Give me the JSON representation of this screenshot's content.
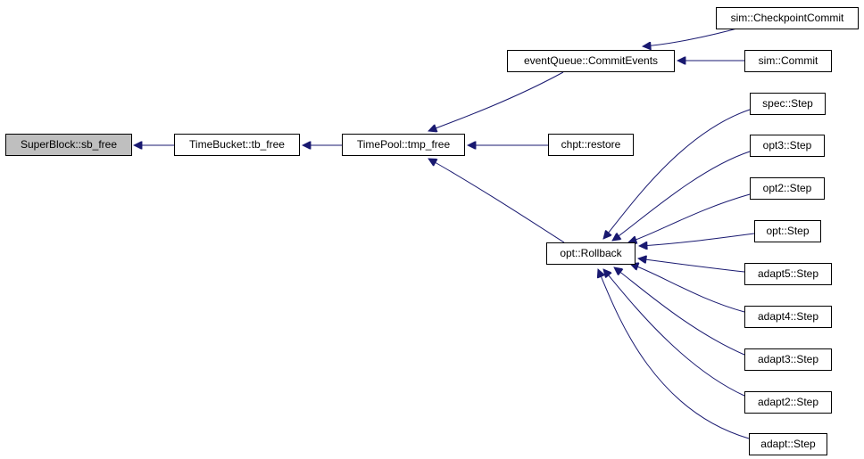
{
  "graph": {
    "edge_color": "#191970",
    "root_fill": "#bfbfbf",
    "nodes": [
      {
        "id": "sb_free",
        "label": "SuperBlock::sb_free",
        "root": true
      },
      {
        "id": "tb_free",
        "label": "TimeBucket::tb_free"
      },
      {
        "id": "tmp_free",
        "label": "TimePool::tmp_free"
      },
      {
        "id": "commit_events",
        "label": "eventQueue::CommitEvents"
      },
      {
        "id": "checkpoint_commit",
        "label": "sim::CheckpointCommit"
      },
      {
        "id": "sim_commit",
        "label": "sim::Commit"
      },
      {
        "id": "chpt_restore",
        "label": "chpt::restore"
      },
      {
        "id": "opt_rollback",
        "label": "opt::Rollback"
      },
      {
        "id": "spec_step",
        "label": "spec::Step"
      },
      {
        "id": "opt3_step",
        "label": "opt3::Step"
      },
      {
        "id": "opt2_step",
        "label": "opt2::Step"
      },
      {
        "id": "opt_step",
        "label": "opt::Step"
      },
      {
        "id": "adapt5_step",
        "label": "adapt5::Step"
      },
      {
        "id": "adapt4_step",
        "label": "adapt4::Step"
      },
      {
        "id": "adapt3_step",
        "label": "adapt3::Step"
      },
      {
        "id": "adapt2_step",
        "label": "adapt2::Step"
      },
      {
        "id": "adapt_step",
        "label": "adapt::Step"
      }
    ],
    "edges": [
      {
        "from": "tb_free",
        "to": "sb_free"
      },
      {
        "from": "tmp_free",
        "to": "tb_free"
      },
      {
        "from": "commit_events",
        "to": "tmp_free"
      },
      {
        "from": "chpt_restore",
        "to": "tmp_free"
      },
      {
        "from": "opt_rollback",
        "to": "tmp_free"
      },
      {
        "from": "checkpoint_commit",
        "to": "commit_events"
      },
      {
        "from": "sim_commit",
        "to": "commit_events"
      },
      {
        "from": "spec_step",
        "to": "opt_rollback"
      },
      {
        "from": "opt3_step",
        "to": "opt_rollback"
      },
      {
        "from": "opt2_step",
        "to": "opt_rollback"
      },
      {
        "from": "opt_step",
        "to": "opt_rollback"
      },
      {
        "from": "adapt5_step",
        "to": "opt_rollback"
      },
      {
        "from": "adapt4_step",
        "to": "opt_rollback"
      },
      {
        "from": "adapt3_step",
        "to": "opt_rollback"
      },
      {
        "from": "adapt2_step",
        "to": "opt_rollback"
      },
      {
        "from": "adapt_step",
        "to": "opt_rollback"
      }
    ]
  }
}
